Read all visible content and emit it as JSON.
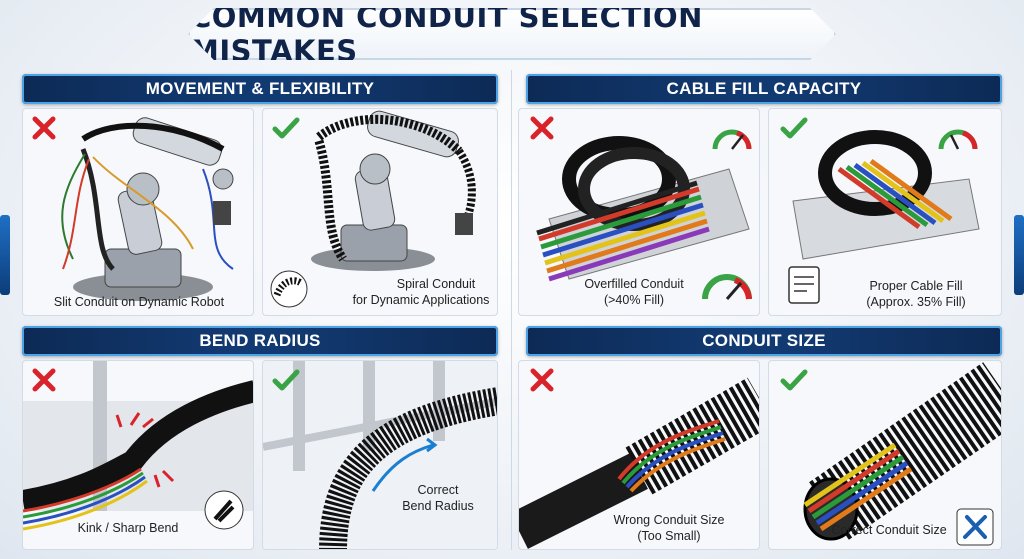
{
  "title": "COMMON CONDUIT SELECTION MISTAKES",
  "sections": {
    "movement": {
      "header": "MOVEMENT & FLEXIBILITY",
      "wrong_caption": "Slit Conduit on Dynamic Robot",
      "right_caption_line1": "Spiral Conduit",
      "right_caption_line2": "for Dynamic Applications"
    },
    "fill": {
      "header": "CABLE FILL CAPACITY",
      "wrong_caption_line1": "Overfilled Conduit",
      "wrong_caption_line2": "(>40% Fill)",
      "right_caption_line1": "Proper Cable Fill",
      "right_caption_line2": "(Approx. 35% Fill)"
    },
    "bend": {
      "header": "BEND RADIUS",
      "wrong_caption": "Kink / Sharp Bend",
      "right_caption_line1": "Correct",
      "right_caption_line2": "Bend Radius"
    },
    "size": {
      "header": "CONDUIT SIZE",
      "wrong_caption_line1": "Wrong Conduit Size",
      "wrong_caption_line2": "(Too Small)",
      "right_caption": "Correct Conduit Size"
    }
  },
  "colors": {
    "wrong": "#d9232a",
    "right": "#3aa346",
    "header": "#123a72",
    "conduit": "#1a1a1a"
  },
  "icons": [
    "x-mark-icon",
    "check-mark-icon",
    "gauge-icon",
    "tool-icon",
    "document-icon"
  ]
}
